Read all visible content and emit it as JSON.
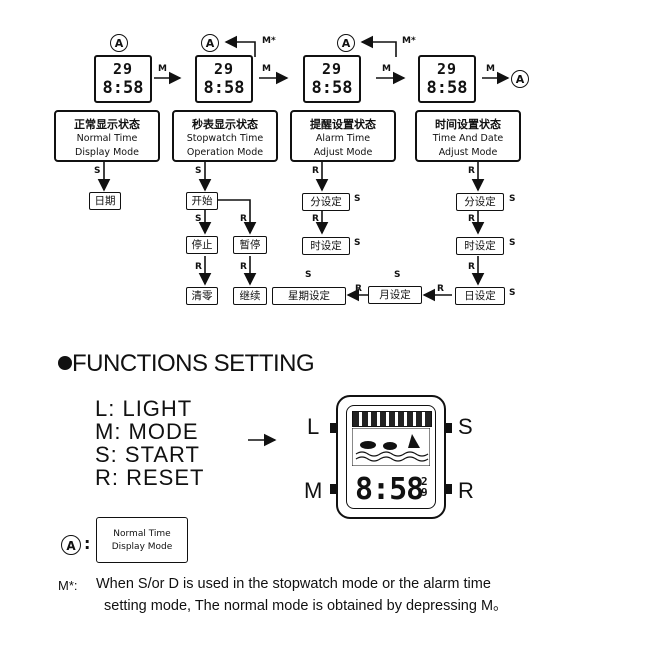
{
  "circle_letter": "A",
  "lcd": {
    "top": "29",
    "bottom": "8:58"
  },
  "arrow_labels": {
    "m": "M",
    "m_star": "M*",
    "s": "S",
    "r": "R"
  },
  "modes": [
    {
      "zh": "正常显示状态",
      "en1": "Normal Time",
      "en2": "Display Mode"
    },
    {
      "zh": "秒表显示状态",
      "en1": "Stopwatch Time",
      "en2": "Operation Mode"
    },
    {
      "zh": "提醒设置状态",
      "en1": "Alarm  Time",
      "en2": "Adjust Mode"
    },
    {
      "zh": "时间设置状态",
      "en1": "Time And Date",
      "en2": "Adjust Mode"
    }
  ],
  "states": {
    "date": "日期",
    "start": "开始",
    "stop": "停止",
    "clear": "清零",
    "pause": "暂停",
    "resume": "继续",
    "alarm_min": "分设定",
    "alarm_hour": "时设定",
    "time_min": "分设定",
    "time_hour": "时设定",
    "day_set": "日设定",
    "month_set": "月设定",
    "week_set": "星期设定"
  },
  "functions": {
    "heading": "FUNCTIONS SETTING",
    "items": [
      "L: LIGHT",
      "M: MODE",
      "S: START",
      "R: RESET"
    ],
    "watch_buttons": {
      "l": "L",
      "s": "S",
      "m": "M",
      "r": "R"
    },
    "watch_time": "8:58",
    "watch_seconds": "29"
  },
  "legend_box": {
    "circle": "A",
    "colon": ":",
    "line1": "Normal Time",
    "line2": "Display Mode"
  },
  "note": {
    "marker": "M*:",
    "line1": "When S/or D is used in the stopwatch mode or  the alarm time",
    "line2": "setting mode, The normal  mode is  obtained by  depressing M。"
  }
}
